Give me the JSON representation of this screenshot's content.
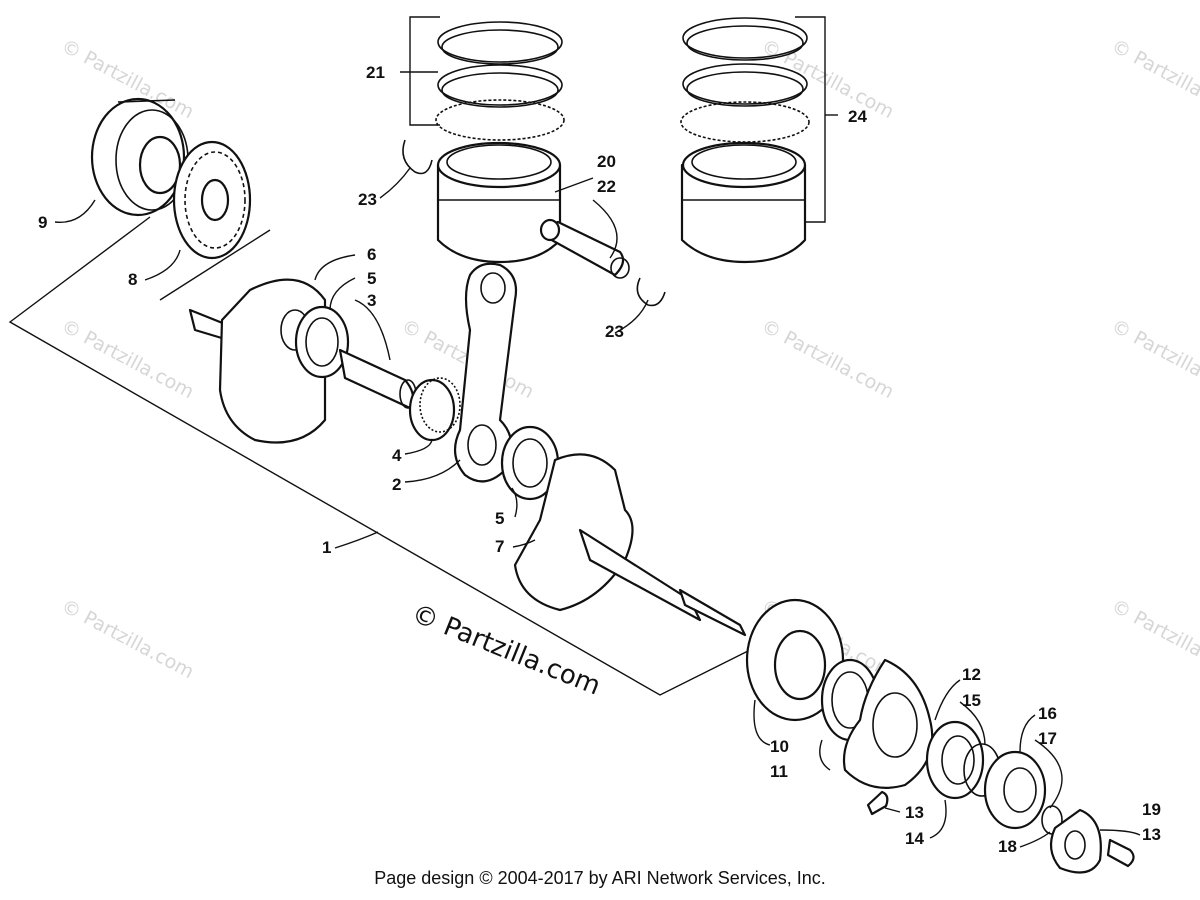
{
  "watermark": {
    "small_text": "© Partzilla.com",
    "big_text": "© Partzilla.com"
  },
  "callouts": {
    "c1": "1",
    "c2": "2",
    "c3": "3",
    "c4": "4",
    "c5a": "5",
    "c5b": "5",
    "c6": "6",
    "c7": "7",
    "c8": "8",
    "c9": "9",
    "c10": "10",
    "c11": "11",
    "c12": "12",
    "c13a": "13",
    "c13b": "13",
    "c14": "14",
    "c15": "15",
    "c16": "16",
    "c17": "17",
    "c18": "18",
    "c19": "19",
    "c20": "20",
    "c21": "21",
    "c22": "22",
    "c23a": "23",
    "c23b": "23",
    "c24": "24"
  },
  "footer": {
    "credit": "Page design © 2004-2017 by ARI Network Services, Inc."
  }
}
